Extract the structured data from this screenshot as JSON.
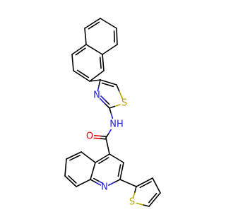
{
  "molecule": {
    "colors": {
      "bond": "#000000",
      "S": "#b3a400",
      "N": "#1f1fd0",
      "O": "#e00000",
      "background": "#ffffff"
    },
    "atoms": [
      {
        "id": "a1",
        "el": "C"
      },
      {
        "id": "a2",
        "el": "C"
      },
      {
        "id": "a3",
        "el": "C"
      },
      {
        "id": "a4",
        "el": "C"
      },
      {
        "id": "a5",
        "el": "C"
      },
      {
        "id": "a6",
        "el": "C"
      },
      {
        "id": "a7",
        "el": "C"
      },
      {
        "id": "a8",
        "el": "C"
      },
      {
        "id": "a9",
        "el": "C"
      },
      {
        "id": "a10",
        "el": "C"
      },
      {
        "id": "t1",
        "el": "C"
      },
      {
        "id": "t2",
        "el": "C"
      },
      {
        "id": "tS",
        "el": "S",
        "label": "S"
      },
      {
        "id": "t3",
        "el": "C"
      },
      {
        "id": "tN",
        "el": "N",
        "label": "N"
      },
      {
        "id": "nh",
        "el": "N",
        "label": "NH"
      },
      {
        "id": "co",
        "el": "C"
      },
      {
        "id": "o",
        "el": "O",
        "label": "O"
      },
      {
        "id": "q4",
        "el": "C"
      },
      {
        "id": "q3",
        "el": "C"
      },
      {
        "id": "q2",
        "el": "C"
      },
      {
        "id": "qN",
        "el": "N",
        "label": "N"
      },
      {
        "id": "q8a",
        "el": "C"
      },
      {
        "id": "q4a",
        "el": "C"
      },
      {
        "id": "q5",
        "el": "C"
      },
      {
        "id": "q6",
        "el": "C"
      },
      {
        "id": "q7",
        "el": "C"
      },
      {
        "id": "q8",
        "el": "C"
      },
      {
        "id": "th2",
        "el": "C"
      },
      {
        "id": "th3",
        "el": "C"
      },
      {
        "id": "th4",
        "el": "C"
      },
      {
        "id": "th5",
        "el": "C"
      },
      {
        "id": "thS",
        "el": "S",
        "label": "S"
      }
    ],
    "bonds": [
      [
        "a1",
        "a2",
        2
      ],
      [
        "a2",
        "a3",
        1
      ],
      [
        "a3",
        "a4",
        2
      ],
      [
        "a4",
        "a5",
        1
      ],
      [
        "a5",
        "a6",
        2
      ],
      [
        "a6",
        "a1",
        1
      ],
      [
        "a4",
        "a7",
        1
      ],
      [
        "a7",
        "a8",
        2
      ],
      [
        "a8",
        "a9",
        1
      ],
      [
        "a9",
        "a10",
        2
      ],
      [
        "a10",
        "a5",
        1
      ],
      [
        "a1",
        "t1",
        1
      ],
      [
        "t1",
        "t2",
        2
      ],
      [
        "t2",
        "tS",
        1
      ],
      [
        "tS",
        "t3",
        1
      ],
      [
        "t3",
        "tN",
        2
      ],
      [
        "tN",
        "t1",
        1
      ],
      [
        "t3",
        "nh",
        1
      ],
      [
        "nh",
        "co",
        1
      ],
      [
        "co",
        "o",
        2
      ],
      [
        "co",
        "q4",
        1
      ],
      [
        "q4",
        "q3",
        1
      ],
      [
        "q3",
        "q2",
        2
      ],
      [
        "q2",
        "qN",
        1
      ],
      [
        "qN",
        "q8a",
        2
      ],
      [
        "q8a",
        "q4a",
        1
      ],
      [
        "q4a",
        "q4",
        2
      ],
      [
        "q4a",
        "q5",
        1
      ],
      [
        "q5",
        "q6",
        2
      ],
      [
        "q6",
        "q7",
        1
      ],
      [
        "q7",
        "q8",
        2
      ],
      [
        "q8",
        "q8a",
        1
      ],
      [
        "q2",
        "th2",
        1
      ],
      [
        "th2",
        "th3",
        2
      ],
      [
        "th3",
        "th4",
        1
      ],
      [
        "th4",
        "th5",
        2
      ],
      [
        "th5",
        "thS",
        1
      ],
      [
        "thS",
        "th2",
        1
      ]
    ]
  }
}
